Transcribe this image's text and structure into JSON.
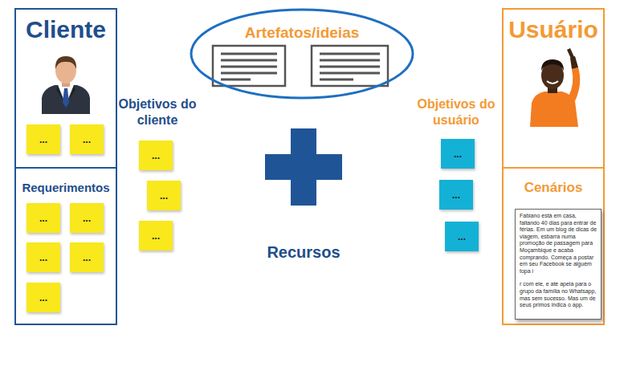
{
  "diagram": {
    "nodes": [
      {
        "text": [
          "Cliente"
        ]
      },
      {
        "text": [
          "..."
        ],
        "in": 0
      },
      {
        "text": [
          "..."
        ],
        "in": 0
      },
      {
        "text": [
          "Requerimentos"
        ],
        "in": 0
      },
      {
        "text": [
          "..."
        ],
        "in": 3
      },
      {
        "text": [
          "..."
        ],
        "in": 3
      },
      {
        "text": [
          "..."
        ],
        "in": 3
      },
      {
        "text": [
          "..."
        ],
        "in": 3
      },
      {
        "text": [
          "..."
        ],
        "in": 3
      },
      {
        "text": [
          "..."
        ]
      },
      {
        "text": [
          "..."
        ]
      },
      {
        "text": [
          "..."
        ]
      },
      {
        "text": [
          "Artefatos/ideias"
        ]
      },
      {
        "text": [
          "..."
        ]
      },
      {
        "text": [
          "..."
        ]
      },
      {
        "text": [
          "..."
        ]
      },
      {
        "text": [
          "Usuário"
        ]
      },
      {
        "text": [
          "Cenários"
        ],
        "in": 16
      },
      {
        "text": [
          "Fabiano está em casa, faltando 40 dias para entrar de férias. Em um blog de dicas de viagem, esbarra numa promoção de passagem para Moçambique e acaba comprando. Começa a postar em seu Facebook se alguém topa i",
          "r com ele, e até apela para o grupo da família no Whatsapp, mas sem sucesso. Mas um de seus primos indica o app."
        ],
        "in": 17
      }
    ],
    "labels": [
      "Objetivos do cliente",
      "Objetivos do usuário",
      "Recursos"
    ]
  }
}
